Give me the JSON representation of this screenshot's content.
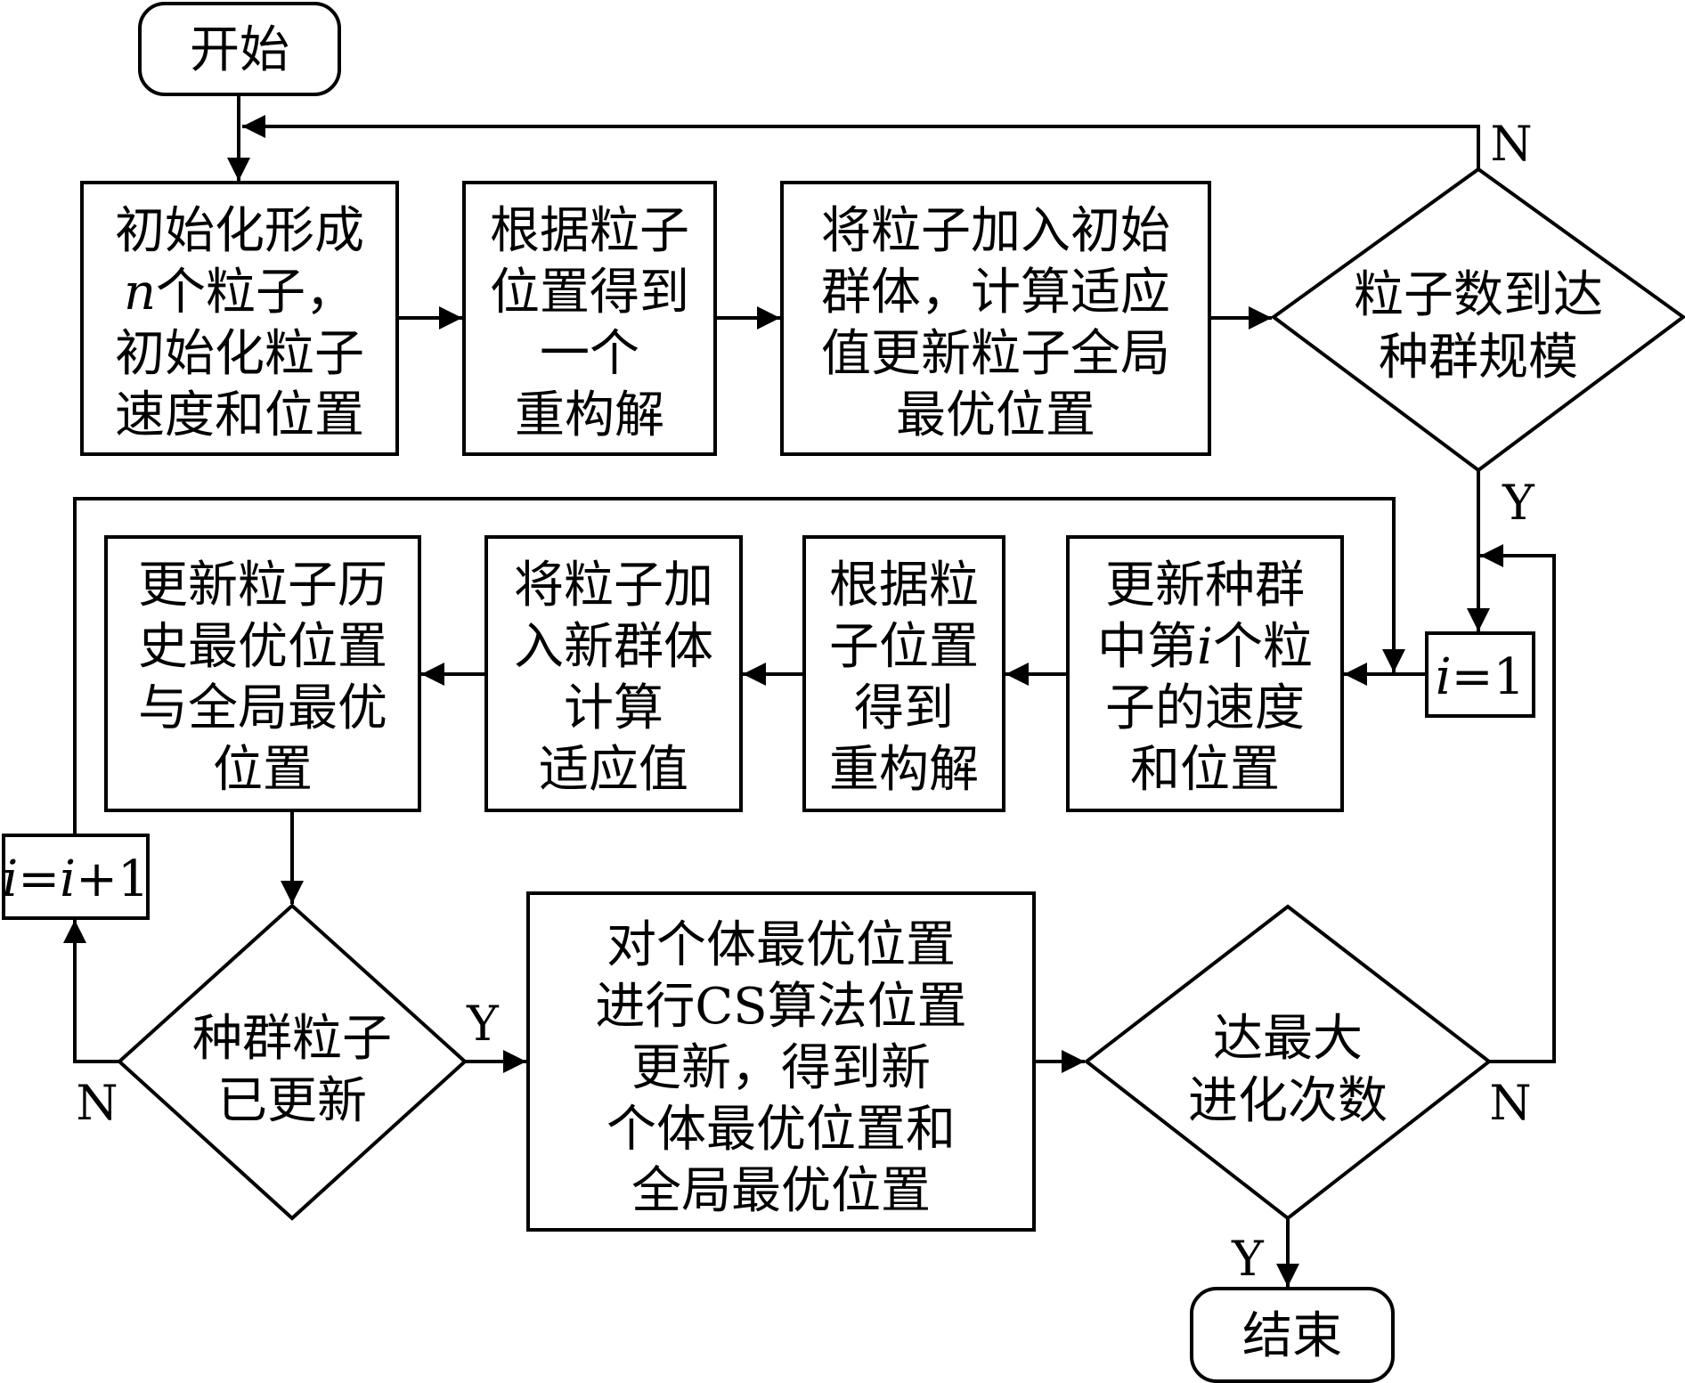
{
  "nodes": {
    "start": "开始",
    "init": [
      "初始化形成",
      "n个粒子，",
      "初始化粒子",
      "速度和位置"
    ],
    "get_solution": [
      "根据粒子",
      "位置得到",
      "一个",
      "重构解"
    ],
    "add_initial": [
      "将粒子加入初始",
      "群体，计算适应",
      "值更新粒子全局",
      "最优位置"
    ],
    "pop_size_check": [
      "粒子数到达",
      "种群规模"
    ],
    "set_i": "i=1",
    "update_particle": [
      "更新种群",
      "中第i个粒",
      "子的速度",
      "和位置"
    ],
    "get_reconstruct": [
      "根据粒",
      "子位置",
      "得到",
      "重构解"
    ],
    "add_new_group": [
      "将粒子加",
      "入新群体",
      "计算",
      "适应值"
    ],
    "update_best": [
      "更新粒子历",
      "史最优位置",
      "与全局最优",
      "位置"
    ],
    "inc_i": "i=i+1",
    "all_updated_check": [
      "种群粒子",
      "已更新"
    ],
    "cs_update": [
      "对个体最优位置",
      "进行CS算法位置",
      "更新，得到新",
      "个体最优位置和",
      "全局最优位置"
    ],
    "max_iter_check": [
      "达最大",
      "进化次数"
    ],
    "end": "结束"
  },
  "labels": {
    "pop_no": "N",
    "pop_yes": "Y",
    "updated_yes": "Y",
    "updated_no": "N",
    "iter_no": "N",
    "iter_yes": "Y"
  },
  "colors": {
    "stroke": "#000000",
    "background": "#ffffff"
  }
}
